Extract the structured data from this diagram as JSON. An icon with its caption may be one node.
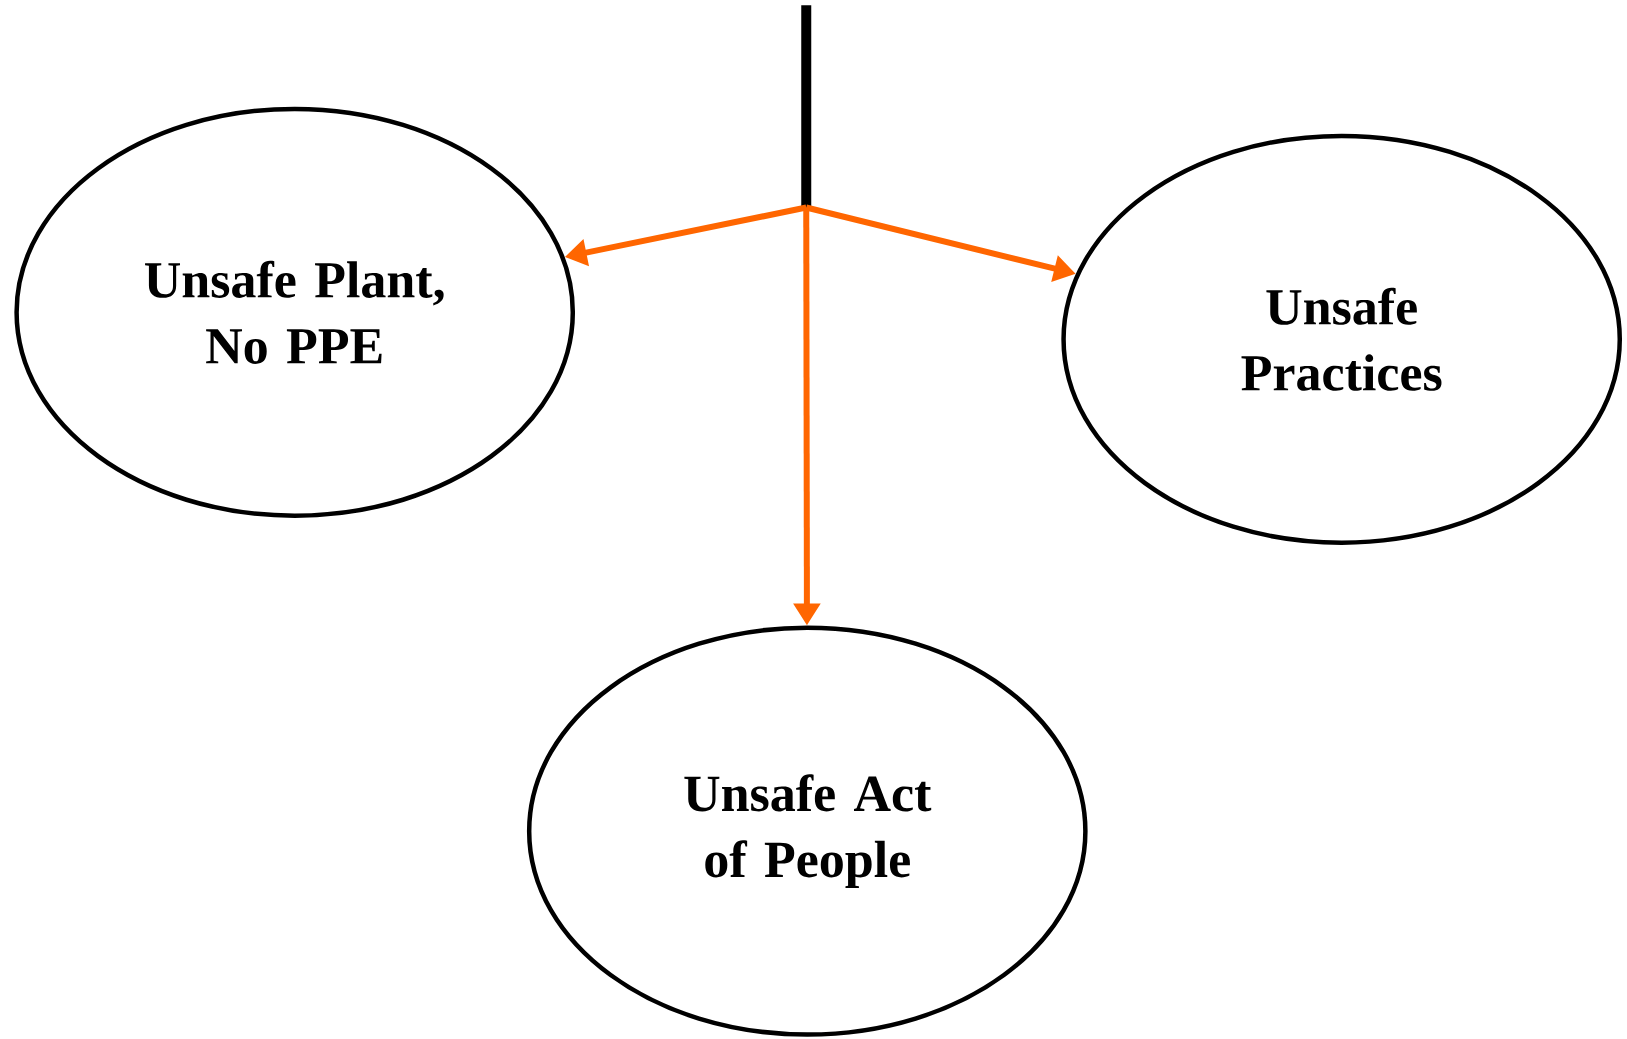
{
  "diagram": {
    "nodes": [
      {
        "text": [
          "Unsafe Plant, No PPE"
        ]
      },
      {
        "text": [
          "Unsafe Practices"
        ]
      },
      {
        "text": [
          "Unsafe Act of People"
        ]
      }
    ],
    "edges": [
      {
        "from": null,
        "to": 0,
        "arrow": "to",
        "color": "#ff6600"
      },
      {
        "from": null,
        "to": 1,
        "arrow": "to",
        "color": "#ff6600"
      },
      {
        "from": null,
        "to": 2,
        "arrow": "to",
        "color": "#ff6600"
      }
    ]
  }
}
